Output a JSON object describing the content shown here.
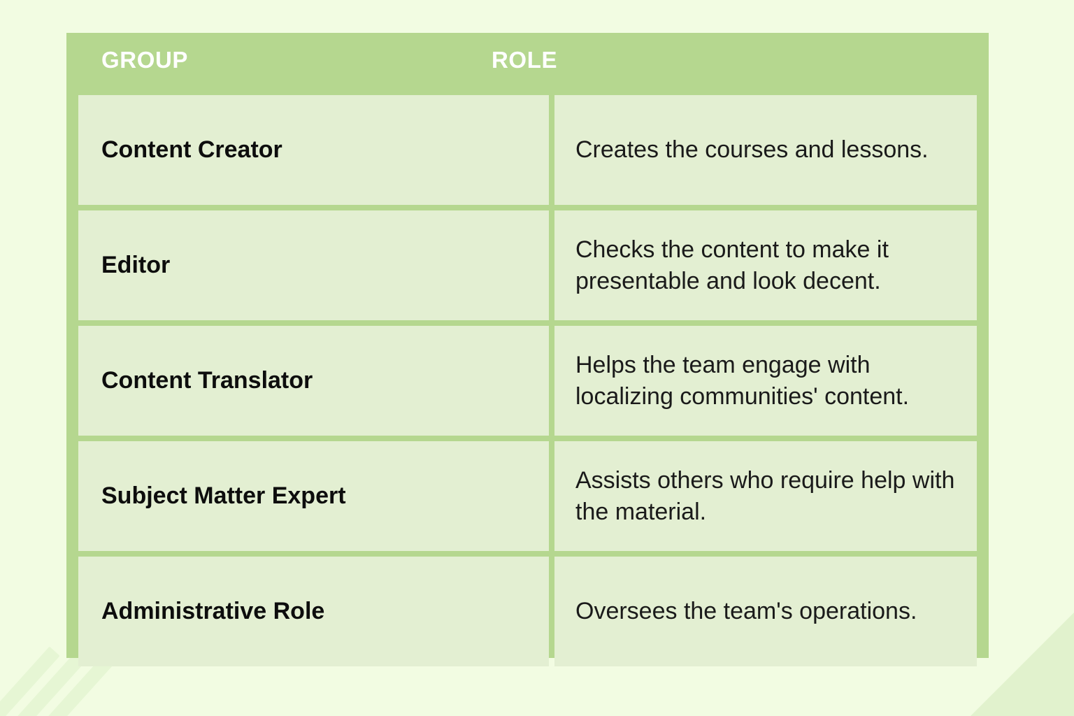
{
  "theme": {
    "page_background": "#f2fce2",
    "table_frame": "#b5d78f",
    "cell_background": "#e3efd2",
    "header_text_color": "#ffffff",
    "body_text_color": "#0d0d0d"
  },
  "table": {
    "columns": [
      {
        "key": "group",
        "label": "GROUP"
      },
      {
        "key": "role",
        "label": "ROLE"
      }
    ],
    "rows": [
      {
        "group": "Content Creator",
        "role": "Creates the courses and lessons."
      },
      {
        "group": "Editor",
        "role": "Checks the content to make it presentable and look decent."
      },
      {
        "group": "Content Translator",
        "role": "Helps the team engage with localizing communities' content."
      },
      {
        "group": "Subject Matter Expert",
        "role": "Assists others who require help with the material."
      },
      {
        "group": "Administrative Role",
        "role": "Oversees the team's operations."
      }
    ]
  },
  "decor": {
    "corner_triangle_name": "bottom-right-triangle",
    "stripes_name": "diagonal-stripes"
  }
}
